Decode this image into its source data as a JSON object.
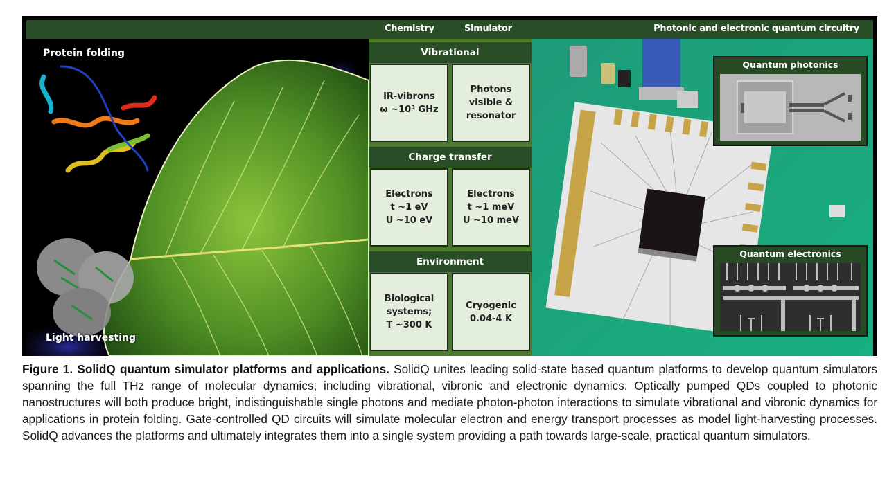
{
  "figure": {
    "header": {
      "chemistry": "Chemistry",
      "simulator": "Simulator",
      "circuitry": "Photonic and electronic quantum circuitry"
    },
    "left_labels": {
      "top": "Protein folding",
      "bottom": "Light harvesting"
    },
    "sections": [
      {
        "title": "Vibrational",
        "chemistry": "IR-vibrons\nω ~10³ GHz",
        "simulator": "Photons\nvisible &\nresonator"
      },
      {
        "title": "Charge transfer",
        "chemistry": "Electrons\nt ~1 eV\nU ~10 eV",
        "simulator": "Electrons\nt ~1 meV\nU ~10 meV"
      },
      {
        "title": "Environment",
        "chemistry": "Biological\nsystems;\nT ~300 K",
        "simulator": "Cryogenic\n0.04-4 K"
      }
    ],
    "insets": {
      "photonics": "Quantum photonics",
      "electronics": "Quantum electronics"
    },
    "colors": {
      "header_green": "#284d27",
      "cell_fill": "#e3efdc",
      "pcb_green": "#1aa07a",
      "leaf_green": "#5a9a2a"
    }
  },
  "caption": {
    "title": "Figure 1. SolidQ quantum simulator platforms and applications.",
    "body": " SolidQ unites leading solid-state based quantum platforms to develop quantum simulators spanning the full THz range of molecular dynamics; including vibrational, vibronic and electronic dynamics. Optically pumped QDs coupled to photonic nanostructures will both produce bright, indistinguishable single photons and mediate photon-photon interactions to simulate vibrational and vibronic dynamics for applications in protein folding.  Gate-controlled QD circuits will simulate molecular electron and energy transport processes as model light-harvesting processes. SolidQ advances the platforms and ultimately integrates them into a single system providing a path towards large-scale, practical quantum simulators."
  }
}
